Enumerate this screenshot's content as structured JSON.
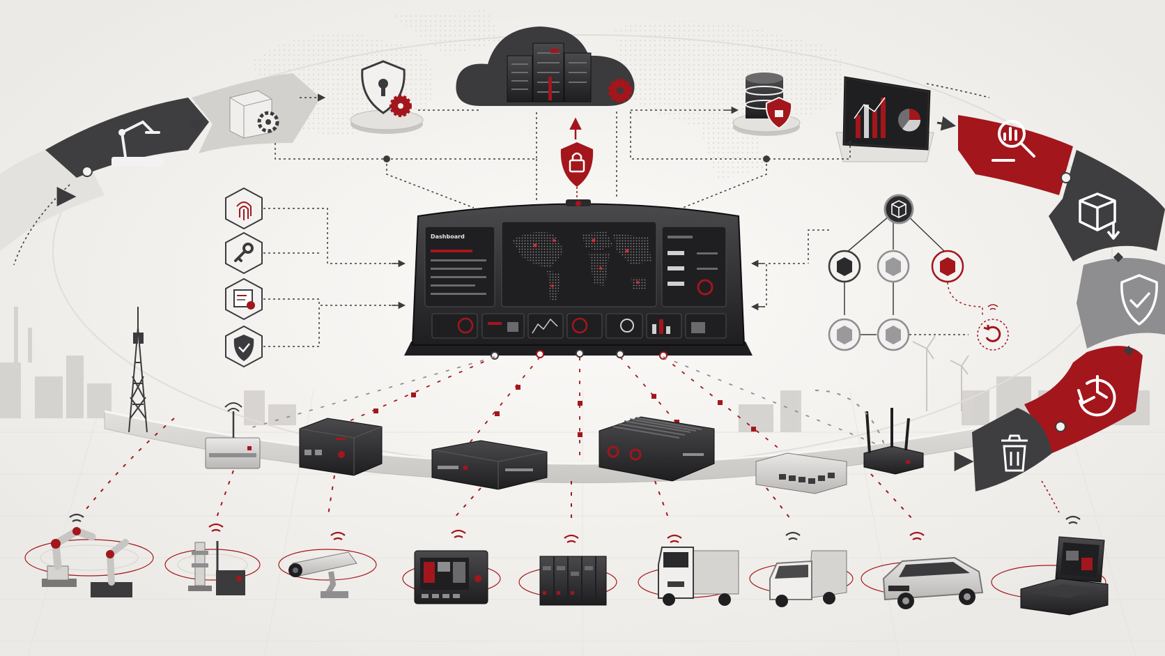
{
  "colors": {
    "background": "#f4f2ef",
    "accent_red": "#a3161c",
    "dark": "#3b3b3d",
    "mid_gray": "#8e8e90",
    "light_gray": "#d6d4d1",
    "screen": "#1f1f21"
  },
  "central_dashboard": {
    "left_panel_title": "Dashboard",
    "icon": "control-dashboard-icon"
  },
  "cloud": {
    "icon": "cloud-server-icon",
    "lock_icon": "shield-lock-icon"
  },
  "top_row_icons": [
    "shield-keyhole-icon",
    "database-shield-icon",
    "analytics-monitor-icon"
  ],
  "left_lifecycle": [
    "robot-arm-icon",
    "package-gear-icon"
  ],
  "right_lifecycle": [
    "analytics-search-icon",
    "package-download-icon",
    "shield-check-icon",
    "restore-clock-icon",
    "trash-icon"
  ],
  "security_hexagons": [
    "fingerprint-icon",
    "key-icon",
    "certificate-icon",
    "shield-check-icon"
  ],
  "update_tree": [
    "cube-node-icon",
    "cube-node-icon",
    "cube-node-icon",
    "cube-node-icon",
    "cube-node-icon",
    "cube-node-icon",
    "refresh-icon"
  ],
  "gateways": [
    "antenna-gateway-icon",
    "edge-box-icon",
    "rack-gateway-icon",
    "finned-gateway-icon",
    "network-switch-icon",
    "wifi-router-icon"
  ],
  "end_devices": [
    {
      "name": "robot-arms",
      "icon": "robot-arm-icon"
    },
    {
      "name": "sensor",
      "icon": "industrial-sensor-icon"
    },
    {
      "name": "camera",
      "icon": "security-camera-icon"
    },
    {
      "name": "hmi-panel",
      "icon": "hmi-panel-icon"
    },
    {
      "name": "plc",
      "icon": "plc-icon"
    },
    {
      "name": "truck",
      "icon": "truck-icon"
    },
    {
      "name": "van",
      "icon": "van-icon"
    },
    {
      "name": "suv",
      "icon": "car-icon"
    },
    {
      "name": "rugged-laptop",
      "icon": "rugged-laptop-icon"
    }
  ]
}
